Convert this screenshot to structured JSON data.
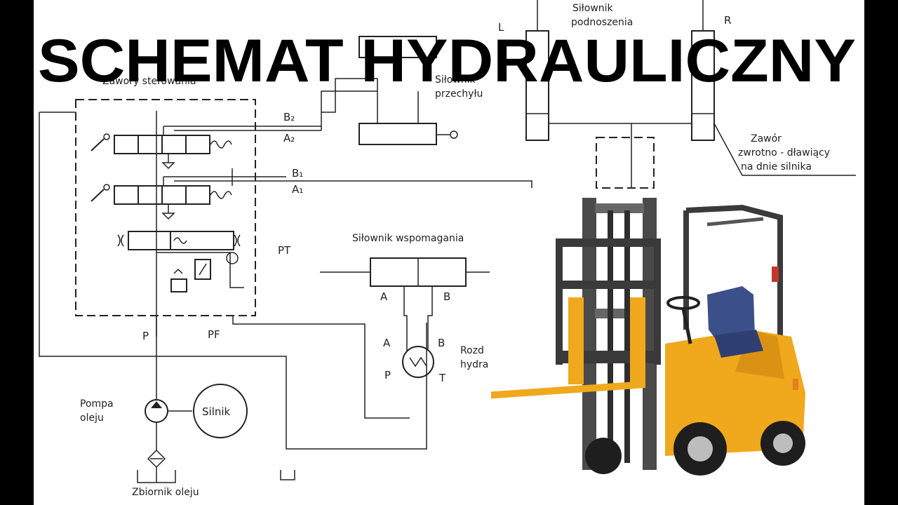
{
  "title": "SCHEMAT HYDRAULICZNY",
  "labels": {
    "zawory": "Zawory sterowania",
    "silownik_przechylu_1": "Siłownik",
    "silownik_przechylu_2": "przechyłu",
    "silownik_podnoszenia_1": "Siłownik",
    "silownik_podnoszenia_2": "podnoszenia",
    "L": "L",
    "R": "R",
    "zawor_1": "Zawór",
    "zawor_2": "zwrotno - dławiący",
    "zawor_3": "na dnie silnika",
    "B2": "B₂",
    "A2": "A₂",
    "B1": "B₁",
    "A1": "A₁",
    "PT": "PT",
    "P": "P",
    "PF": "PF",
    "silownik_wspomagania": "Siłownik wspomagania",
    "A_cyl": "A",
    "B_cyl": "B",
    "A_rozd": "A",
    "B_rozd": "B",
    "P_rozd": "P",
    "T_rozd": "T",
    "rozd_1": "Rozd",
    "rozd_2": "hydra",
    "pompa_1": "Pompa",
    "pompa_2": "oleju",
    "silnik": "Silnik",
    "zbiornik": "Zbiornik oleju"
  },
  "colors": {
    "background": "#ffffff",
    "frame": "#000000",
    "forklift_body": "#f0a81c",
    "seat": "#3b4f8a"
  }
}
